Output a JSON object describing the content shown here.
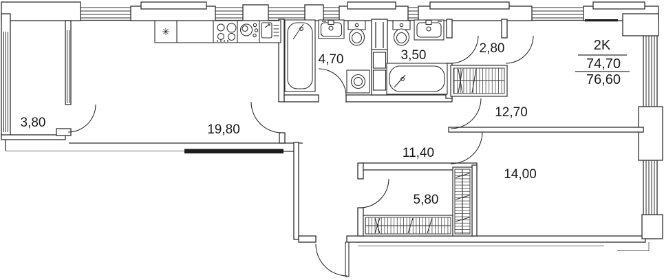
{
  "plan_info": {
    "unit_type": "2K",
    "area_living": "74,70",
    "area_total": "76,60"
  },
  "rooms": [
    {
      "name": "balcony",
      "area": "3,80"
    },
    {
      "name": "living-room-kitchen",
      "area": "19,80"
    },
    {
      "name": "bathroom",
      "area": "4,70"
    },
    {
      "name": "ensuite-bathroom",
      "area": "3,50"
    },
    {
      "name": "walk-through-closet",
      "area": "2,80"
    },
    {
      "name": "bedroom-1",
      "area": "12,70"
    },
    {
      "name": "hallway",
      "area": "11,40"
    },
    {
      "name": "bedroom-2",
      "area": "14,00"
    },
    {
      "name": "wardrobe-room",
      "area": "5,80"
    }
  ],
  "fixtures": {
    "fridge_symbol": "✳",
    "icons": [
      "fridge",
      "stove",
      "kitchen-sink",
      "bathtub-vertical",
      "washbasin",
      "toilet",
      "washing-machine",
      "duct-shaft",
      "toilet-2",
      "washbasin-2",
      "bathtub-horizontal",
      "wardrobe-hatch"
    ]
  },
  "colors": {
    "line": "#2e2e2e",
    "text": "#1a1a1a",
    "background": "#ffffff",
    "solid_wall": "#1c1c1c"
  }
}
